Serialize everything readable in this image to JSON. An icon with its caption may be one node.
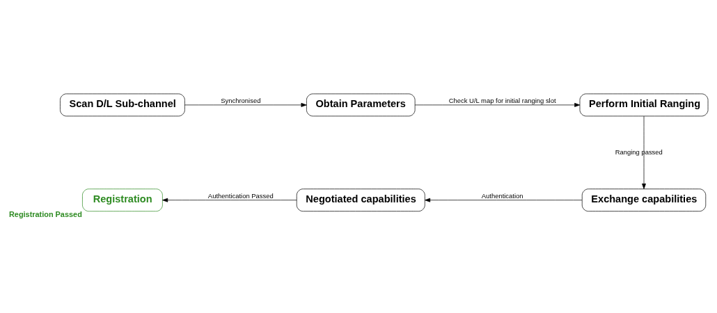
{
  "diagram": {
    "nodes": [
      {
        "text": [
          "Scan D/L Sub-channel"
        ]
      },
      {
        "text": [
          "Obtain Parameters"
        ]
      },
      {
        "text": [
          "Perform Initial Ranging"
        ]
      },
      {
        "text": [
          "Exchange capabilities"
        ]
      },
      {
        "text": [
          "Negotiated capabilities"
        ]
      },
      {
        "text": [
          "Registration"
        ],
        "beside": [
          "Registration Passed"
        ]
      }
    ],
    "edges": [
      {
        "from": 0,
        "to": 1,
        "arrow": "to",
        "label": "Synchronised"
      },
      {
        "from": 1,
        "to": 2,
        "arrow": "to",
        "label": "Check U/L map for initial ranging slot"
      },
      {
        "from": 2,
        "to": 3,
        "arrow": "to",
        "label": "Ranging passed"
      },
      {
        "from": 3,
        "to": 4,
        "arrow": "to",
        "label": "Authentication"
      },
      {
        "from": 4,
        "to": 5,
        "arrow": "to",
        "label": "Authentication Passed"
      }
    ]
  }
}
